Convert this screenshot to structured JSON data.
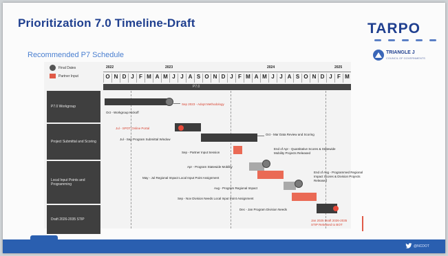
{
  "slide": {
    "title": "Prioritization 7.0 Timeline-Draft",
    "subtitle": "Recommended P7 Schedule"
  },
  "logos": {
    "primary": "TARPO",
    "secondary_name": "TRIANGLE J",
    "secondary_tag": "COUNCIL OF GOVERNMENTS"
  },
  "legend": [
    {
      "label": "Final Dates"
    },
    {
      "label": "Partner Input"
    }
  ],
  "years": [
    "2022",
    "2023",
    "2024",
    "2025"
  ],
  "months": [
    "O",
    "N",
    "D",
    "J",
    "F",
    "M",
    "A",
    "M",
    "J",
    "J",
    "A",
    "S",
    "O",
    "N",
    "D",
    "J",
    "F",
    "M",
    "A",
    "M",
    "J",
    "J",
    "A",
    "S",
    "O",
    "N",
    "D",
    "J",
    "F",
    "M"
  ],
  "header_bar_text": "P7.0",
  "rows": [
    {
      "label": "P7.0 Workgroup"
    },
    {
      "label": "Project Submittal and Scoring"
    },
    {
      "label": "Local Input Points and Programming"
    },
    {
      "label": "Draft 2026-2035 STIP"
    }
  ],
  "annotations": [
    {
      "text": "Oct - Workgroup Kickoff",
      "red": false
    },
    {
      "text": "Sep 2023 - Adopt Methodology",
      "red": true
    },
    {
      "text": "Jul - SPOT Online Portal",
      "red": true
    },
    {
      "text": "Jul - Sep Program Submittal Window",
      "red": false
    },
    {
      "text": "Oct - Mar Data Review and Scoring",
      "red": false
    },
    {
      "text": "Sep - Partner Input Session",
      "red": false
    },
    {
      "text": "Apr - Program Statewide Mobility",
      "red": false
    },
    {
      "text": "End of Apr - Quantitative Scores & Statewide Mobility Projects Released",
      "red": false
    },
    {
      "text": "May - Jul Regional Impact Local Input Point Assignment",
      "red": false
    },
    {
      "text": "Aug - Program Regional Impact",
      "red": false
    },
    {
      "text": "End of Aug - Programmed Regional Impact Scores & Division Projects Released",
      "red": false
    },
    {
      "text": "Sep - Nov Division Needs Local Input Point Assignment",
      "red": false
    },
    {
      "text": "Dec - Jan Program Division Needs",
      "red": false
    },
    {
      "text": "Jan 2025 Draft 2026-2035 STIP Released to BOT",
      "red": true
    }
  ],
  "footer": {
    "social_icon": "twitter-icon",
    "handle": "@NCDOT"
  },
  "colors": {
    "title": "#1f3f8f",
    "accent_blue": "#2a5fb0",
    "partner_input": "#ea6a55",
    "final_dates": "#555555"
  }
}
